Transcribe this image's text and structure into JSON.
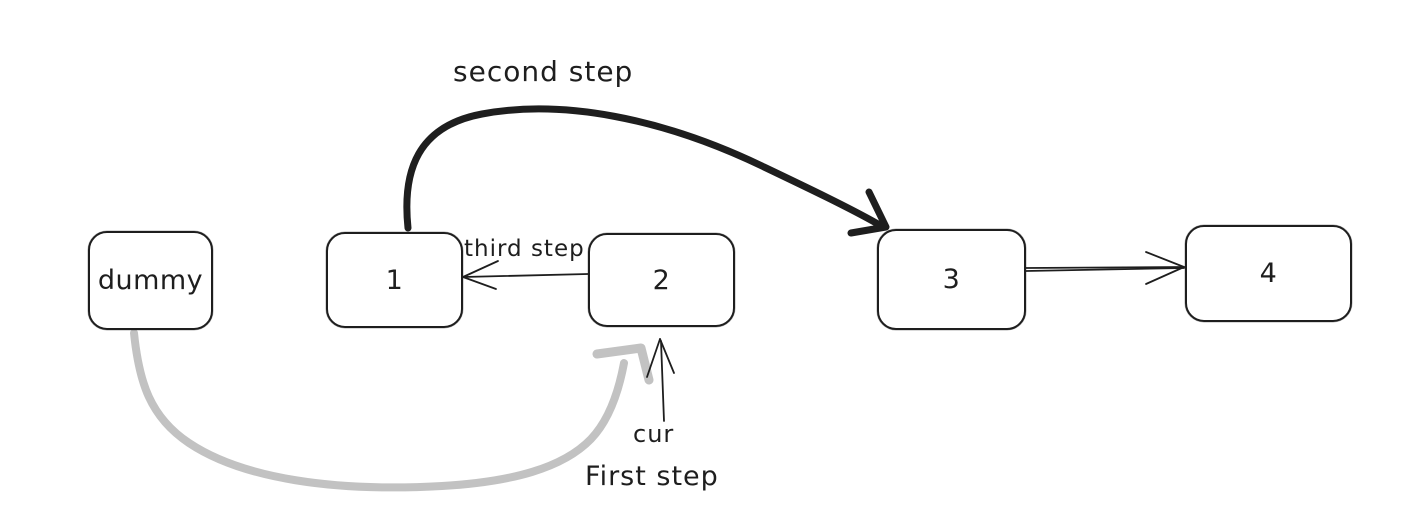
{
  "diagram": {
    "background_color": "#ffffff",
    "ink_color": "#1e1e1e",
    "muted_color": "#c2c2c2",
    "nodes": [
      {
        "id": "dummy",
        "label": "dummy"
      },
      {
        "id": "1",
        "label": "1"
      },
      {
        "id": "2",
        "label": "2"
      },
      {
        "id": "3",
        "label": "3"
      },
      {
        "id": "4",
        "label": "4"
      }
    ],
    "labels": {
      "second_step": "second step",
      "third_step": "third step",
      "cur": "cur",
      "first_step": "First step"
    },
    "edges": [
      {
        "name": "first-step-arrow",
        "from": "dummy",
        "to": "2",
        "style": "thick-gray-curve"
      },
      {
        "name": "second-step-arrow",
        "from": "1",
        "to": "3",
        "style": "thick-black-curve"
      },
      {
        "name": "third-step-arrow",
        "from": "2",
        "to": "1",
        "style": "thin-line"
      },
      {
        "name": "next-pointer",
        "from": "3",
        "to": "4",
        "style": "thin-line"
      },
      {
        "name": "cur-pointer",
        "from": "cur",
        "to": "2",
        "style": "thin-line-up"
      }
    ]
  }
}
